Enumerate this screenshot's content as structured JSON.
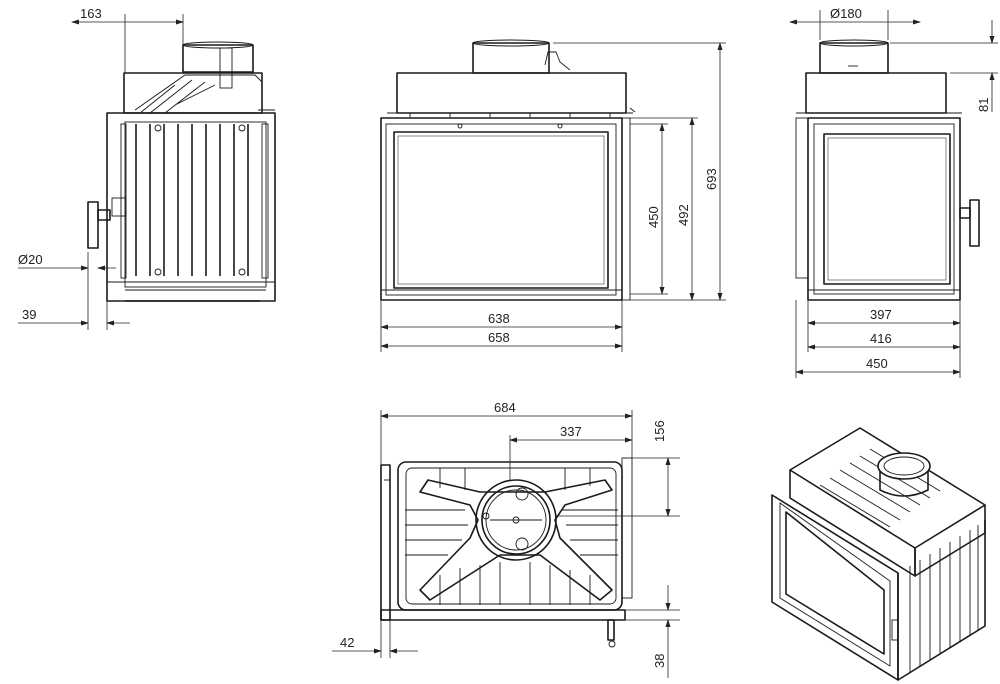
{
  "views": {
    "side_left": {
      "dim_top": "163",
      "dim_handle_dia": "Ø20",
      "dim_handle_depth": "39"
    },
    "front": {
      "dim_glass_width": "638",
      "dim_width": "658",
      "dim_glass_height": "450",
      "dim_door_height": "492",
      "dim_total_height": "693"
    },
    "side_right": {
      "dim_flue_dia": "Ø180",
      "dim_flue_height": "81",
      "dim_inner_depth": "397",
      "dim_body_depth": "416",
      "dim_total_depth": "450"
    },
    "top": {
      "dim_width": "684",
      "dim_flue_offset_x": "337",
      "dim_flue_offset_y": "156",
      "dim_front_offset": "42",
      "dim_handle_offset": "38"
    }
  }
}
